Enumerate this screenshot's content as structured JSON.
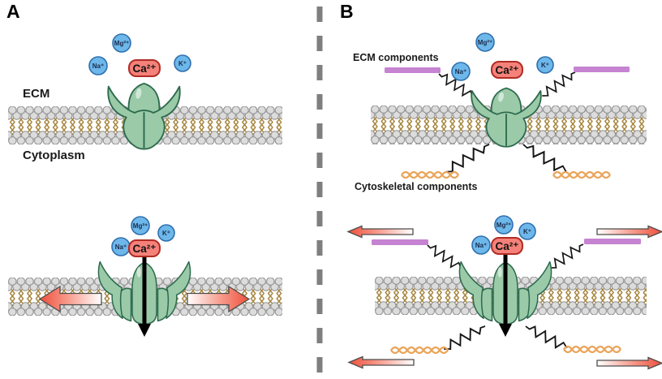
{
  "figure": {
    "panel_a": {
      "label": "A",
      "ecm": "ECM",
      "cytoplasm": "Cytoplasm"
    },
    "panel_b": {
      "label": "B",
      "ecm_components": "ECM components",
      "cytoskeletal_components": "Cytoskeletal components"
    },
    "ions": {
      "na": "Na⁺",
      "mg": "Mg²⁺",
      "k": "K⁺",
      "ca": "Ca²⁺"
    },
    "colors": {
      "channel_fill": "#9acaa8",
      "channel_outline": "#2d6a4d",
      "ion_fill": "#6db7ea",
      "ion_outline": "#2f6fae",
      "calcium_fill": "#f5827a",
      "calcium_outline": "#b02c25",
      "membrane_head": "#dcdcdc",
      "membrane_tail": "#a5843c",
      "ecm_bar": "#c583d1",
      "cytoskeleton": "#e9a45a",
      "force_arrow": "#ee4f3b",
      "divider": "#7f7f7f"
    }
  }
}
